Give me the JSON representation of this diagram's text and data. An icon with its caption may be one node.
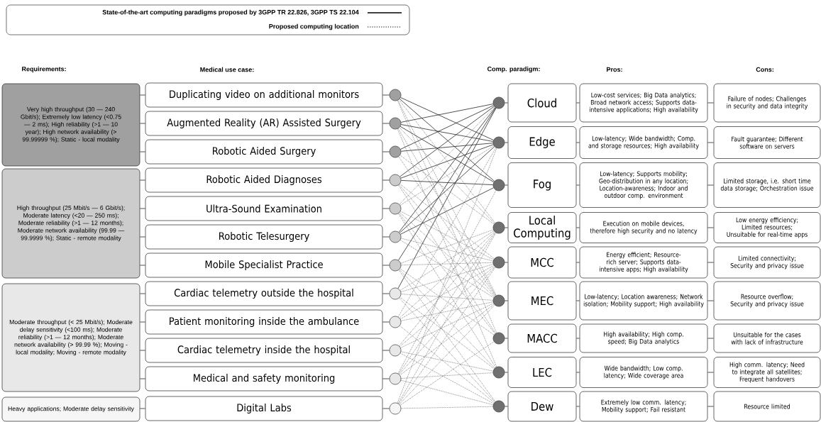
{
  "diagram": {
    "nodes": [
      {
        "text": [
          "Very high throughput (30 — 240 Gbit/s); Extremely low latency (<0.75 — 2 ms); High reliability (>1 — 10 year); High network availability (> 99.99999 %); Static - local modality"
        ]
      },
      {
        "text": [
          "High throughput (25 Mbit/s — 6 Gbit/s); Moderate latency (<20 — 250 ms); Moderate reliability (>1 — 12 months); Moderate network availability (99.99 — 99.9999 %); Static - remote modality"
        ]
      },
      {
        "text": [
          "Moderate throughput (< 25 Mbit/s); Moderate delay sensitivity (<100 ms); Moderate reliability (>1 — 12 months); Moderate network availability (> 99.99 %); Moving - local modality; Moving - remote modality"
        ]
      },
      {
        "text": [
          "Heavy applications; Moderate delay sensitivity"
        ]
      },
      {
        "text": [
          "Duplicating video on additional monitors"
        ]
      },
      {
        "text": [
          "Augmented Reality (AR) Assisted Surgery"
        ]
      },
      {
        "text": [
          "Robotic Aided Surgery"
        ]
      },
      {
        "text": [
          "Robotic Aided Diagnoses"
        ]
      },
      {
        "text": [
          "Ultra-Sound Examination"
        ]
      },
      {
        "text": [
          "Robotic Telesurgery"
        ]
      },
      {
        "text": [
          "Mobile Specialist Practice"
        ]
      },
      {
        "text": [
          "Cardiac telemetry outside the hospital"
        ]
      },
      {
        "text": [
          "Patient monitoring inside the ambulance"
        ]
      },
      {
        "text": [
          "Cardiac telemetry inside the hospital"
        ]
      },
      {
        "text": [
          "Medical and safety monitoring"
        ]
      },
      {
        "text": [
          "Digital Labs"
        ]
      },
      {
        "text": [],
        "shape": "circle"
      },
      {
        "text": [],
        "shape": "circle"
      },
      {
        "text": [],
        "shape": "circle"
      },
      {
        "text": [],
        "shape": "circle"
      },
      {
        "text": [],
        "shape": "circle"
      },
      {
        "text": [],
        "shape": "circle"
      },
      {
        "text": [],
        "shape": "circle"
      },
      {
        "text": [],
        "shape": "circle"
      },
      {
        "text": [],
        "shape": "circle"
      },
      {
        "text": [],
        "shape": "circle"
      },
      {
        "text": [],
        "shape": "circle"
      },
      {
        "text": [],
        "shape": "circle"
      },
      {
        "text": [],
        "shape": "circle"
      },
      {
        "text": [],
        "shape": "circle"
      },
      {
        "text": [],
        "shape": "circle"
      },
      {
        "text": [],
        "shape": "circle"
      },
      {
        "text": [],
        "shape": "circle"
      },
      {
        "text": [],
        "shape": "circle"
      },
      {
        "text": [],
        "shape": "circle"
      },
      {
        "text": [],
        "shape": "circle"
      },
      {
        "text": [],
        "shape": "circle"
      },
      {
        "text": [
          "Cloud"
        ]
      },
      {
        "text": [
          "Edge"
        ]
      },
      {
        "text": [
          "Fog"
        ]
      },
      {
        "text": [
          "Local Computing"
        ]
      },
      {
        "text": [
          "MCC"
        ]
      },
      {
        "text": [
          "MEC"
        ]
      },
      {
        "text": [
          "MACC"
        ]
      },
      {
        "text": [
          "LEC"
        ]
      },
      {
        "text": [
          "Dew"
        ]
      },
      {
        "text": [
          "Low-cost services; Big Data analytics; Broad network access; Supports data-intensive applications; High availability"
        ]
      },
      {
        "text": [
          "Low-latency; Wide bandwidth; Comp. and storage resources; High availability"
        ]
      },
      {
        "text": [
          "Low-latency; Supports mobility; Geo-distribution in any location; Location-awareness; Indoor and outdoor comp. environment"
        ]
      },
      {
        "text": [
          "Execution on mobile devices, therefore high security and no latency"
        ]
      },
      {
        "text": [
          "Energy efficient; Resource-rich server; Supports data-intensive apps; High availability"
        ]
      },
      {
        "text": [
          "Low-latency; Location awareness; Network isolation; Mobility support; High availability"
        ]
      },
      {
        "text": [
          "High availability; High comp. speed; Big Data analytics"
        ]
      },
      {
        "text": [
          "Wide bandwidth; Low comp. latency; Wide coverage area"
        ]
      },
      {
        "text": [
          "Extremely low comm. latency; Mobility support; Fail resistant"
        ]
      },
      {
        "text": [
          "Failure of nodes; Challenges in security and data integrity"
        ]
      },
      {
        "text": [
          "Fault guarantee; Different software on servers"
        ]
      },
      {
        "text": [
          "Limited storage, i.e. short time data storage; Orchestration issue"
        ]
      },
      {
        "text": [
          "Low energy efficiency; Limited resources; Unsuitable for real-time apps"
        ]
      },
      {
        "text": [
          "Limited connectivity; Security and privacy issue"
        ]
      },
      {
        "text": [
          "Resource overflow; Security and privacy issue"
        ]
      },
      {
        "text": [
          "Unsuitable for the cases with lack of infrastructure"
        ]
      },
      {
        "text": [
          "High comm. latency; Need to integrate all satellites; Frequent handovers"
        ]
      },
      {
        "text": [
          "Resource limited"
        ]
      }
    ],
    "edges": [
      {
        "from": 0,
        "to": 4,
        "arrow": "none"
      },
      {
        "from": 0,
        "to": 5,
        "arrow": "none"
      },
      {
        "from": 0,
        "to": 6,
        "arrow": "none"
      },
      {
        "from": 1,
        "to": 7,
        "arrow": "none"
      },
      {
        "from": 1,
        "to": 8,
        "arrow": "none"
      },
      {
        "from": 1,
        "to": 9,
        "arrow": "none"
      },
      {
        "from": 1,
        "to": 10,
        "arrow": "none"
      },
      {
        "from": 2,
        "to": 11,
        "arrow": "none"
      },
      {
        "from": 2,
        "to": 12,
        "arrow": "none"
      },
      {
        "from": 2,
        "to": 13,
        "arrow": "none"
      },
      {
        "from": 2,
        "to": 14,
        "arrow": "none"
      },
      {
        "from": 3,
        "to": 15,
        "arrow": "none"
      },
      {
        "from": 4,
        "to": 16,
        "arrow": "none"
      },
      {
        "from": 5,
        "to": 17,
        "arrow": "none"
      },
      {
        "from": 6,
        "to": 18,
        "arrow": "none"
      },
      {
        "from": 7,
        "to": 19,
        "arrow": "none"
      },
      {
        "from": 8,
        "to": 20,
        "arrow": "none"
      },
      {
        "from": 9,
        "to": 21,
        "arrow": "none"
      },
      {
        "from": 10,
        "to": 22,
        "arrow": "none"
      },
      {
        "from": 11,
        "to": 23,
        "arrow": "none"
      },
      {
        "from": 12,
        "to": 24,
        "arrow": "none"
      },
      {
        "from": 13,
        "to": 25,
        "arrow": "none"
      },
      {
        "from": 14,
        "to": 26,
        "arrow": "none"
      },
      {
        "from": 15,
        "to": 27,
        "arrow": "none"
      },
      {
        "from": 28,
        "to": 37,
        "arrow": "none"
      },
      {
        "from": 29,
        "to": 38,
        "arrow": "none"
      },
      {
        "from": 30,
        "to": 39,
        "arrow": "none"
      },
      {
        "from": 31,
        "to": 40,
        "arrow": "none"
      },
      {
        "from": 32,
        "to": 41,
        "arrow": "none"
      },
      {
        "from": 33,
        "to": 42,
        "arrow": "none"
      },
      {
        "from": 34,
        "to": 43,
        "arrow": "none"
      },
      {
        "from": 35,
        "to": 44,
        "arrow": "none"
      },
      {
        "from": 36,
        "to": 45,
        "arrow": "none"
      },
      {
        "from": 37,
        "to": 46,
        "arrow": "none"
      },
      {
        "from": 38,
        "to": 47,
        "arrow": "none"
      },
      {
        "from": 39,
        "to": 48,
        "arrow": "none"
      },
      {
        "from": 40,
        "to": 49,
        "arrow": "none"
      },
      {
        "from": 41,
        "to": 50,
        "arrow": "none"
      },
      {
        "from": 42,
        "to": 51,
        "arrow": "none"
      },
      {
        "from": 43,
        "to": 52,
        "arrow": "none"
      },
      {
        "from": 44,
        "to": 53,
        "arrow": "none"
      },
      {
        "from": 45,
        "to": 54,
        "arrow": "none"
      },
      {
        "from": 46,
        "to": 55,
        "arrow": "none"
      },
      {
        "from": 47,
        "to": 56,
        "arrow": "none"
      },
      {
        "from": 48,
        "to": 57,
        "arrow": "none"
      },
      {
        "from": 49,
        "to": 58,
        "arrow": "none"
      },
      {
        "from": 50,
        "to": 59,
        "arrow": "none"
      },
      {
        "from": 51,
        "to": 60,
        "arrow": "none"
      },
      {
        "from": 52,
        "to": 61,
        "arrow": "none"
      },
      {
        "from": 53,
        "to": 62,
        "arrow": "none"
      },
      {
        "from": 54,
        "to": 63,
        "arrow": "none"
      },
      {
        "from": 16,
        "to": 29,
        "arrow": "none"
      },
      {
        "from": 16,
        "to": 30,
        "arrow": "none"
      },
      {
        "from": 17,
        "to": 28,
        "arrow": "none"
      },
      {
        "from": 17,
        "to": 29,
        "arrow": "none"
      },
      {
        "from": 17,
        "to": 30,
        "arrow": "none"
      },
      {
        "from": 18,
        "to": 28,
        "arrow": "none"
      },
      {
        "from": 18,
        "to": 29,
        "arrow": "none"
      },
      {
        "from": 19,
        "to": 28,
        "arrow": "none"
      },
      {
        "from": 19,
        "to": 29,
        "arrow": "none"
      },
      {
        "from": 19,
        "to": 30,
        "arrow": "none"
      },
      {
        "from": 21,
        "to": 28,
        "arrow": "none"
      },
      {
        "from": 21,
        "to": 29,
        "arrow": "none"
      },
      {
        "from": 21,
        "to": 30,
        "arrow": "none"
      },
      {
        "from": 22,
        "to": 28,
        "arrow": "none"
      },
      {
        "from": 23,
        "to": 28,
        "arrow": "none"
      },
      {
        "from": 16,
        "to": 31,
        "arrow": "none",
        "style": "dashed"
      },
      {
        "from": 16,
        "to": 33,
        "arrow": "none",
        "style": "dashed"
      },
      {
        "from": 16,
        "to": 34,
        "arrow": "none",
        "style": "dashed"
      },
      {
        "from": 17,
        "to": 31,
        "arrow": "none",
        "style": "dashed"
      },
      {
        "from": 17,
        "to": 33,
        "arrow": "none",
        "style": "dashed"
      },
      {
        "from": 17,
        "to": 35,
        "arrow": "none",
        "style": "dashed"
      },
      {
        "from": 18,
        "to": 31,
        "arrow": "none",
        "style": "dashed"
      },
      {
        "from": 18,
        "to": 33,
        "arrow": "none",
        "style": "dashed"
      },
      {
        "from": 19,
        "to": 32,
        "arrow": "none",
        "style": "dashed"
      },
      {
        "from": 19,
        "to": 33,
        "arrow": "none",
        "style": "dashed"
      },
      {
        "from": 19,
        "to": 34,
        "arrow": "none",
        "style": "dashed"
      },
      {
        "from": 20,
        "to": 28,
        "arrow": "none",
        "style": "dashed"
      },
      {
        "from": 20,
        "to": 29,
        "arrow": "none",
        "style": "dashed"
      },
      {
        "from": 20,
        "to": 32,
        "arrow": "none",
        "style": "dashed"
      },
      {
        "from": 20,
        "to": 33,
        "arrow": "none",
        "style": "dashed"
      },
      {
        "from": 20,
        "to": 34,
        "arrow": "none",
        "style": "dashed"
      },
      {
        "from": 20,
        "to": 35,
        "arrow": "none",
        "style": "dashed"
      },
      {
        "from": 21,
        "to": 32,
        "arrow": "none",
        "style": "dashed"
      },
      {
        "from": 21,
        "to": 33,
        "arrow": "none",
        "style": "dashed"
      },
      {
        "from": 22,
        "to": 31,
        "arrow": "none",
        "style": "dashed"
      },
      {
        "from": 22,
        "to": 32,
        "arrow": "none",
        "style": "dashed"
      },
      {
        "from": 22,
        "to": 34,
        "arrow": "none",
        "style": "dashed"
      },
      {
        "from": 22,
        "to": 35,
        "arrow": "none",
        "style": "dashed"
      },
      {
        "from": 22,
        "to": 36,
        "arrow": "none",
        "style": "dashed"
      },
      {
        "from": 23,
        "to": 31,
        "arrow": "none",
        "style": "dashed"
      },
      {
        "from": 23,
        "to": 32,
        "arrow": "none",
        "style": "dashed"
      },
      {
        "from": 23,
        "to": 33,
        "arrow": "none",
        "style": "dashed"
      },
      {
        "from": 23,
        "to": 35,
        "arrow": "none",
        "style": "dashed"
      },
      {
        "from": 23,
        "to": 36,
        "arrow": "none",
        "style": "dashed"
      },
      {
        "from": 24,
        "to": 29,
        "arrow": "none",
        "style": "dashed"
      },
      {
        "from": 24,
        "to": 31,
        "arrow": "none",
        "style": "dashed"
      },
      {
        "from": 24,
        "to": 32,
        "arrow": "none",
        "style": "dashed"
      },
      {
        "from": 24,
        "to": 33,
        "arrow": "none",
        "style": "dashed"
      },
      {
        "from": 24,
        "to": 36,
        "arrow": "none",
        "style": "dashed"
      },
      {
        "from": 25,
        "to": 31,
        "arrow": "none",
        "style": "dashed"
      },
      {
        "from": 25,
        "to": 32,
        "arrow": "none",
        "style": "dashed"
      },
      {
        "from": 25,
        "to": 33,
        "arrow": "none",
        "style": "dashed"
      },
      {
        "from": 25,
        "to": 35,
        "arrow": "none",
        "style": "dashed"
      },
      {
        "from": 25,
        "to": 36,
        "arrow": "none",
        "style": "dashed"
      },
      {
        "from": 26,
        "to": 30,
        "arrow": "none",
        "style": "dashed"
      },
      {
        "from": 26,
        "to": 31,
        "arrow": "none",
        "style": "dashed"
      },
      {
        "from": 26,
        "to": 32,
        "arrow": "none",
        "style": "dashed"
      },
      {
        "from": 26,
        "to": 33,
        "arrow": "none",
        "style": "dashed"
      },
      {
        "from": 26,
        "to": 35,
        "arrow": "none",
        "style": "dashed"
      },
      {
        "from": 26,
        "to": 36,
        "arrow": "none",
        "style": "dashed"
      },
      {
        "from": 27,
        "to": 29,
        "arrow": "none",
        "style": "dashed"
      },
      {
        "from": 27,
        "to": 31,
        "arrow": "none",
        "style": "dashed"
      },
      {
        "from": 27,
        "to": 32,
        "arrow": "none",
        "style": "dashed"
      },
      {
        "from": 27,
        "to": 33,
        "arrow": "none",
        "style": "dashed"
      },
      {
        "from": 27,
        "to": 34,
        "arrow": "none",
        "style": "dashed"
      },
      {
        "from": 27,
        "to": 36,
        "arrow": "none",
        "style": "dashed"
      }
    ],
    "labels": [
      "Requirements:",
      "Medical use case:",
      "Comp. paradigm:",
      "Pros:",
      "Cons:"
    ],
    "legend": [
      {
        "text": "State-of-the-art computing paradigms proposed by 3GPP TR 22.826, 3GPP TS 22.104"
      },
      {
        "text": "Proposed computing location"
      }
    ]
  }
}
